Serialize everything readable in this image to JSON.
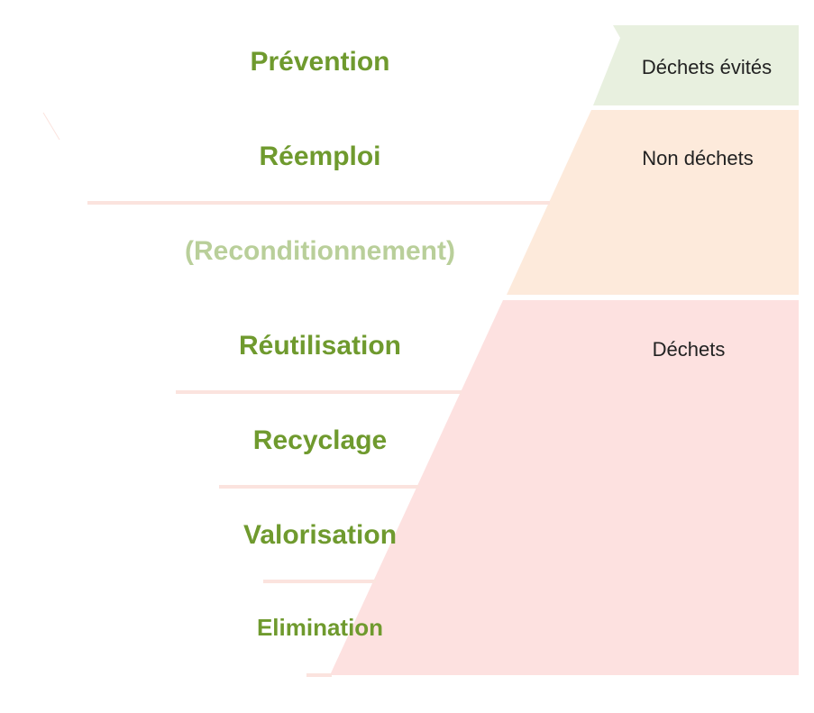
{
  "colors": {
    "avoided_fill": "#e8f0df",
    "non_waste_fill": "#fdeadb",
    "waste_fill": "#fde1e0",
    "divider": "#fbe3de",
    "level_text": "#6f9a2e",
    "level_text_muted": "#b9cf9a",
    "category_text": "#222222"
  },
  "levels": [
    {
      "label": "Prévention"
    },
    {
      "label": "Réemploi"
    },
    {
      "label": "(Reconditionnement)"
    },
    {
      "label": "Réutilisation"
    },
    {
      "label": "Recyclage"
    },
    {
      "label": "Valorisation"
    },
    {
      "label": "Elimination"
    }
  ],
  "categories": [
    {
      "label": "Déchets évités"
    },
    {
      "label": "Non déchets"
    },
    {
      "label": "Déchets"
    }
  ]
}
